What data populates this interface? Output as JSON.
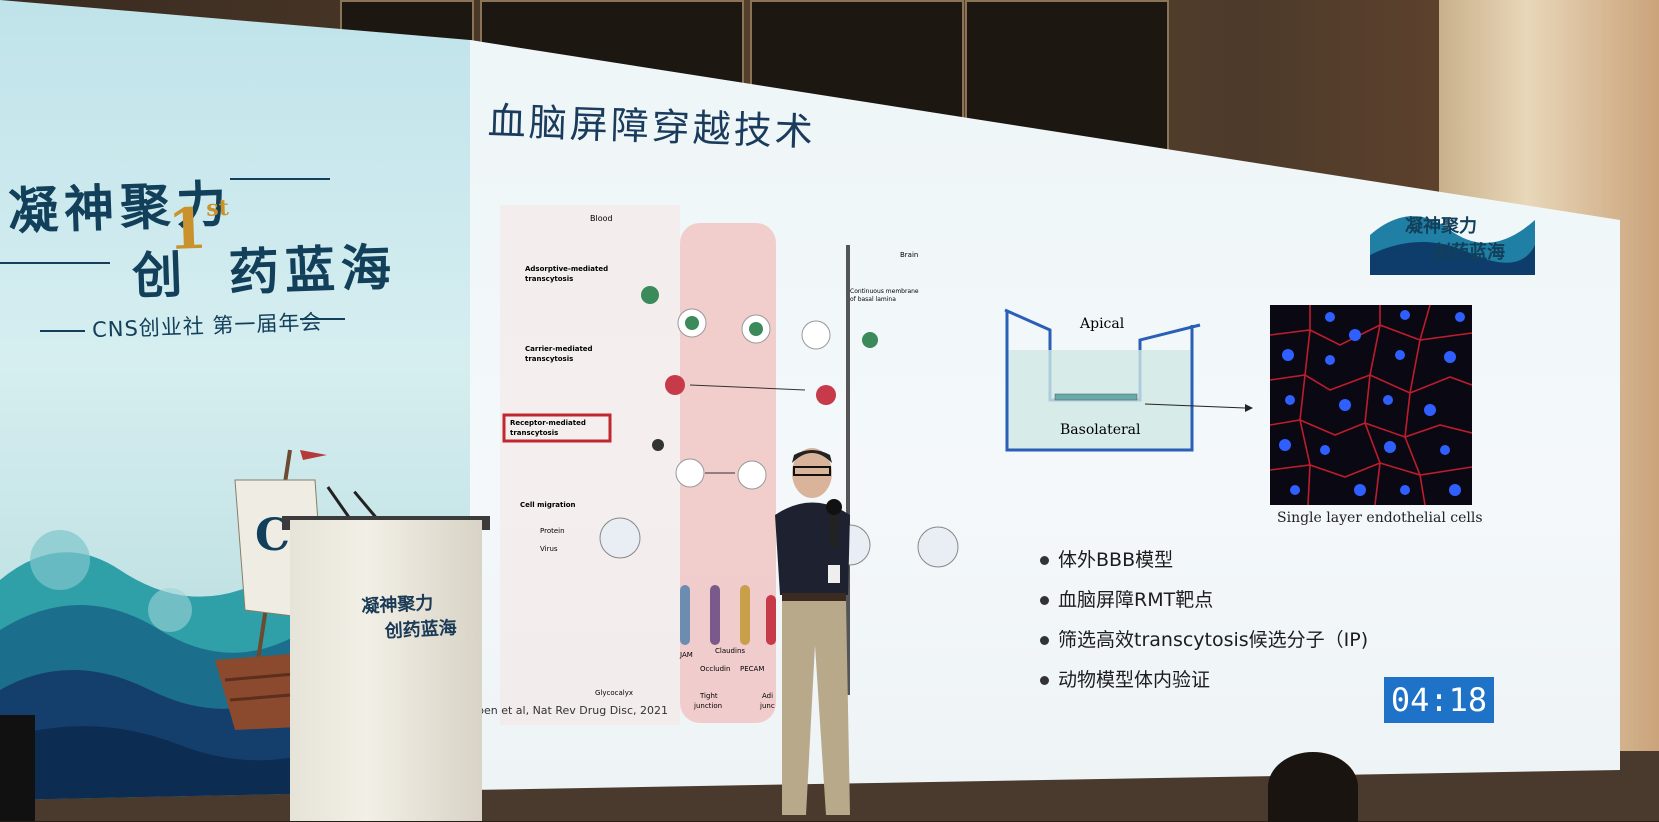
{
  "event": {
    "title_line1": "凝神聚力",
    "title_line2_prefix": "创",
    "title_ordinal": "1",
    "title_ordinal_suffix": "st",
    "title_line2_suffix": "药蓝海",
    "subtitle": "CNS创业社 第一届年会",
    "corner_logo_line1": "凝神聚力",
    "corner_logo_line2": "创药蓝海",
    "podium_logo_line1": "凝神聚力",
    "podium_logo_line2": "创药蓝海",
    "ship_sail_text": "CNS"
  },
  "slide": {
    "title": "血脑屏障穿越技术",
    "citation": "ppen et al, Nat Rev Drug Disc, 2021",
    "diagram_labels": {
      "blood": "Blood",
      "brain": "Brain",
      "adsorptive": "Adsorptive-mediated",
      "adsorptive2": "transcytosis",
      "carrier": "Carrier-mediated",
      "carrier2": "transcytosis",
      "receptor": "Receptor-mediated",
      "receptor2": "transcytosis",
      "cell_migration": "Cell migration",
      "protein": "Protein",
      "virus": "Virus",
      "membrane": "Continuous membrane",
      "membrane2": "of basal lamina",
      "jam": "JAM",
      "claudins": "Claudins",
      "occludin": "Occludin",
      "pecam": "PECAM",
      "glycocalyx": "Glycocalyx",
      "tight": "Tight",
      "junction": "junction",
      "adi": "Adi",
      "jun": "junc"
    },
    "transwell": {
      "apical": "Apical",
      "basolateral": "Basolateral"
    },
    "micrograph_caption": "Single layer endothelial cells",
    "bullets": [
      "体外BBB模型",
      "血脑屏障RMT靶点",
      "筛选高效transcytosis候选分子（IP)",
      "动物模型体内验证"
    ]
  },
  "timer": "04:18",
  "colors": {
    "screen_bg": "#eef6f8",
    "title_navy": "#12405a",
    "gold": "#c9922c",
    "timer_blue": "#1e73c8",
    "highlight_red": "#c0282d"
  }
}
